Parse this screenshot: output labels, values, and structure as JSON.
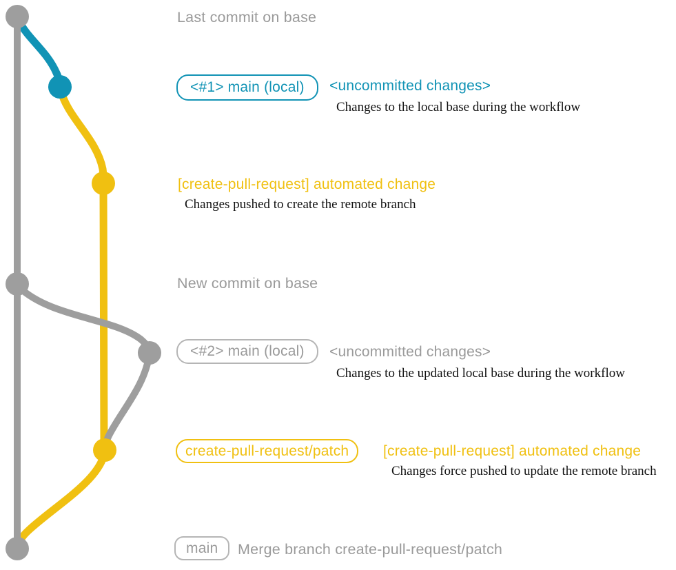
{
  "colors": {
    "teal": "#1193B5",
    "yellow": "#F0C011",
    "gray": "#9E9E9E",
    "gray-text": "#9A9A9A",
    "gray-border": "#B5B5B5",
    "ink": "#111111"
  },
  "graph": {
    "type": "git-branch-diagram",
    "branches": [
      {
        "name": "base",
        "color": "#9E9E9E"
      },
      {
        "name": "main (local)",
        "color_pass1": "#1193B5",
        "color_pass2": "#9E9E9E"
      },
      {
        "name": "create-pull-request/patch",
        "color": "#F0C011"
      }
    ],
    "commits": [
      {
        "id": "base-tip",
        "label": "Last commit on base",
        "color": "#9E9E9E"
      },
      {
        "id": "main-local-1",
        "label": "<#1> main (local) <uncommitted changes>",
        "color": "#1193B5"
      },
      {
        "id": "patch-1",
        "label": "[create-pull-request] automated change",
        "color": "#F0C011"
      },
      {
        "id": "base-new",
        "label": "New commit on base",
        "color": "#9E9E9E"
      },
      {
        "id": "main-local-2",
        "label": "<#2> main (local) <uncommitted changes>",
        "color": "#9E9E9E"
      },
      {
        "id": "patch-2",
        "label": "[create-pull-request] automated change",
        "color": "#F0C011"
      },
      {
        "id": "merge",
        "label": "Merge branch create-pull-request/patch",
        "color": "#9E9E9E"
      }
    ]
  },
  "annotations": {
    "last_commit": "Last commit on base",
    "row1": {
      "badge": "<#1> main (local)",
      "title": "<uncommitted changes>",
      "desc": "Changes to the local base during the workflow"
    },
    "row2": {
      "title": "[create-pull-request] automated change",
      "desc": "Changes pushed to create the remote branch"
    },
    "new_commit": "New commit on base",
    "row3": {
      "badge": "<#2> main (local)",
      "title": "<uncommitted changes>",
      "desc": "Changes to the updated local base during the workflow"
    },
    "row4": {
      "badge": "create-pull-request/patch",
      "title": "[create-pull-request] automated change",
      "desc": "Changes force pushed to update the remote branch"
    },
    "row5": {
      "badge": "main",
      "title": "Merge branch create-pull-request/patch"
    }
  }
}
